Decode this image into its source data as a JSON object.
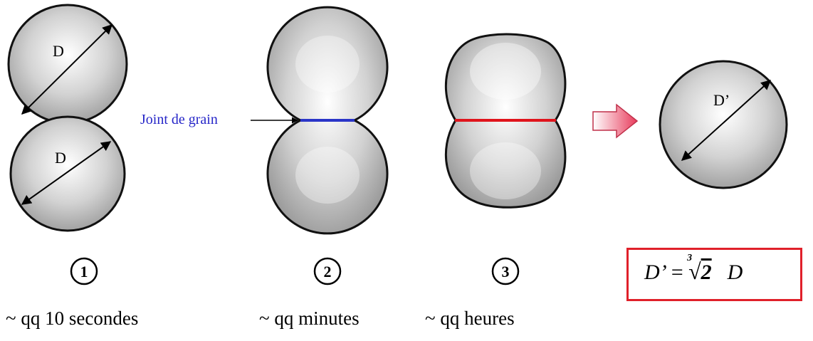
{
  "labels": {
    "diam1": "D",
    "diam2": "D",
    "diam_final": "D’",
    "grain_boundary": "Joint de grain"
  },
  "steps": [
    {
      "number": "1",
      "time": "~ qq 10 secondes"
    },
    {
      "number": "2",
      "time": "~ qq minutes"
    },
    {
      "number": "3",
      "time": "~ qq heures"
    }
  ],
  "formula": {
    "lhs": "D’ =",
    "root_index": "3",
    "radical": "√",
    "radicand": "2",
    "rhs": "D"
  },
  "colors": {
    "grain_boundary_blue": "#2a35c8",
    "grain_boundary_red": "#e0141c",
    "arrow_red": "#e83c5c",
    "box_border": "#e0202a",
    "label_blue": "#2626c8"
  }
}
